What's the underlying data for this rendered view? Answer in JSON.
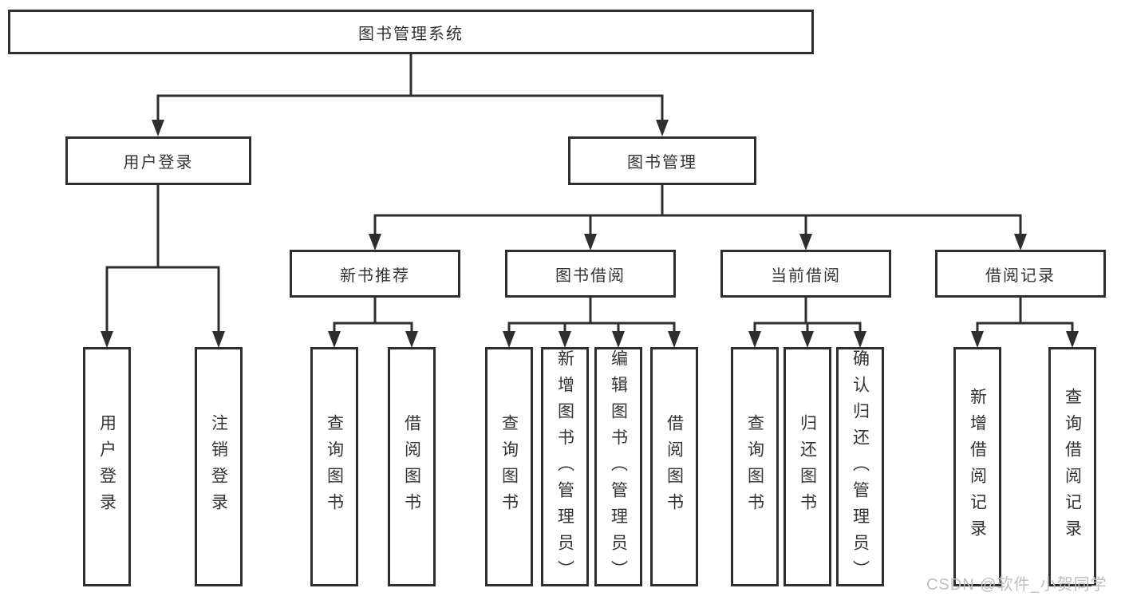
{
  "watermark": "CSDN @软件_小贺同学",
  "colors": {
    "line": "#2e2e2e",
    "text": "#333333",
    "watermark": "#bfbfbf",
    "background": "#ffffff"
  },
  "tree": {
    "label": "图书管理系统",
    "children": [
      {
        "label": "用户登录",
        "children": [
          {
            "label": "用户登录"
          },
          {
            "label": "注销登录"
          }
        ]
      },
      {
        "label": "图书管理",
        "children": [
          {
            "label": "新书推荐",
            "children": [
              {
                "label": "查询图书"
              },
              {
                "label": "借阅图书"
              }
            ]
          },
          {
            "label": "图书借阅",
            "children": [
              {
                "label": "查询图书"
              },
              {
                "label": "新增图书（管理员）"
              },
              {
                "label": "编辑图书（管理员）"
              },
              {
                "label": "借阅图书"
              }
            ]
          },
          {
            "label": "当前借阅",
            "children": [
              {
                "label": "查询图书"
              },
              {
                "label": "归还图书"
              },
              {
                "label": "确认归还（管理员）"
              }
            ]
          },
          {
            "label": "借阅记录",
            "children": [
              {
                "label": "新增借阅记录"
              },
              {
                "label": "查询借阅记录"
              }
            ]
          }
        ]
      }
    ]
  }
}
